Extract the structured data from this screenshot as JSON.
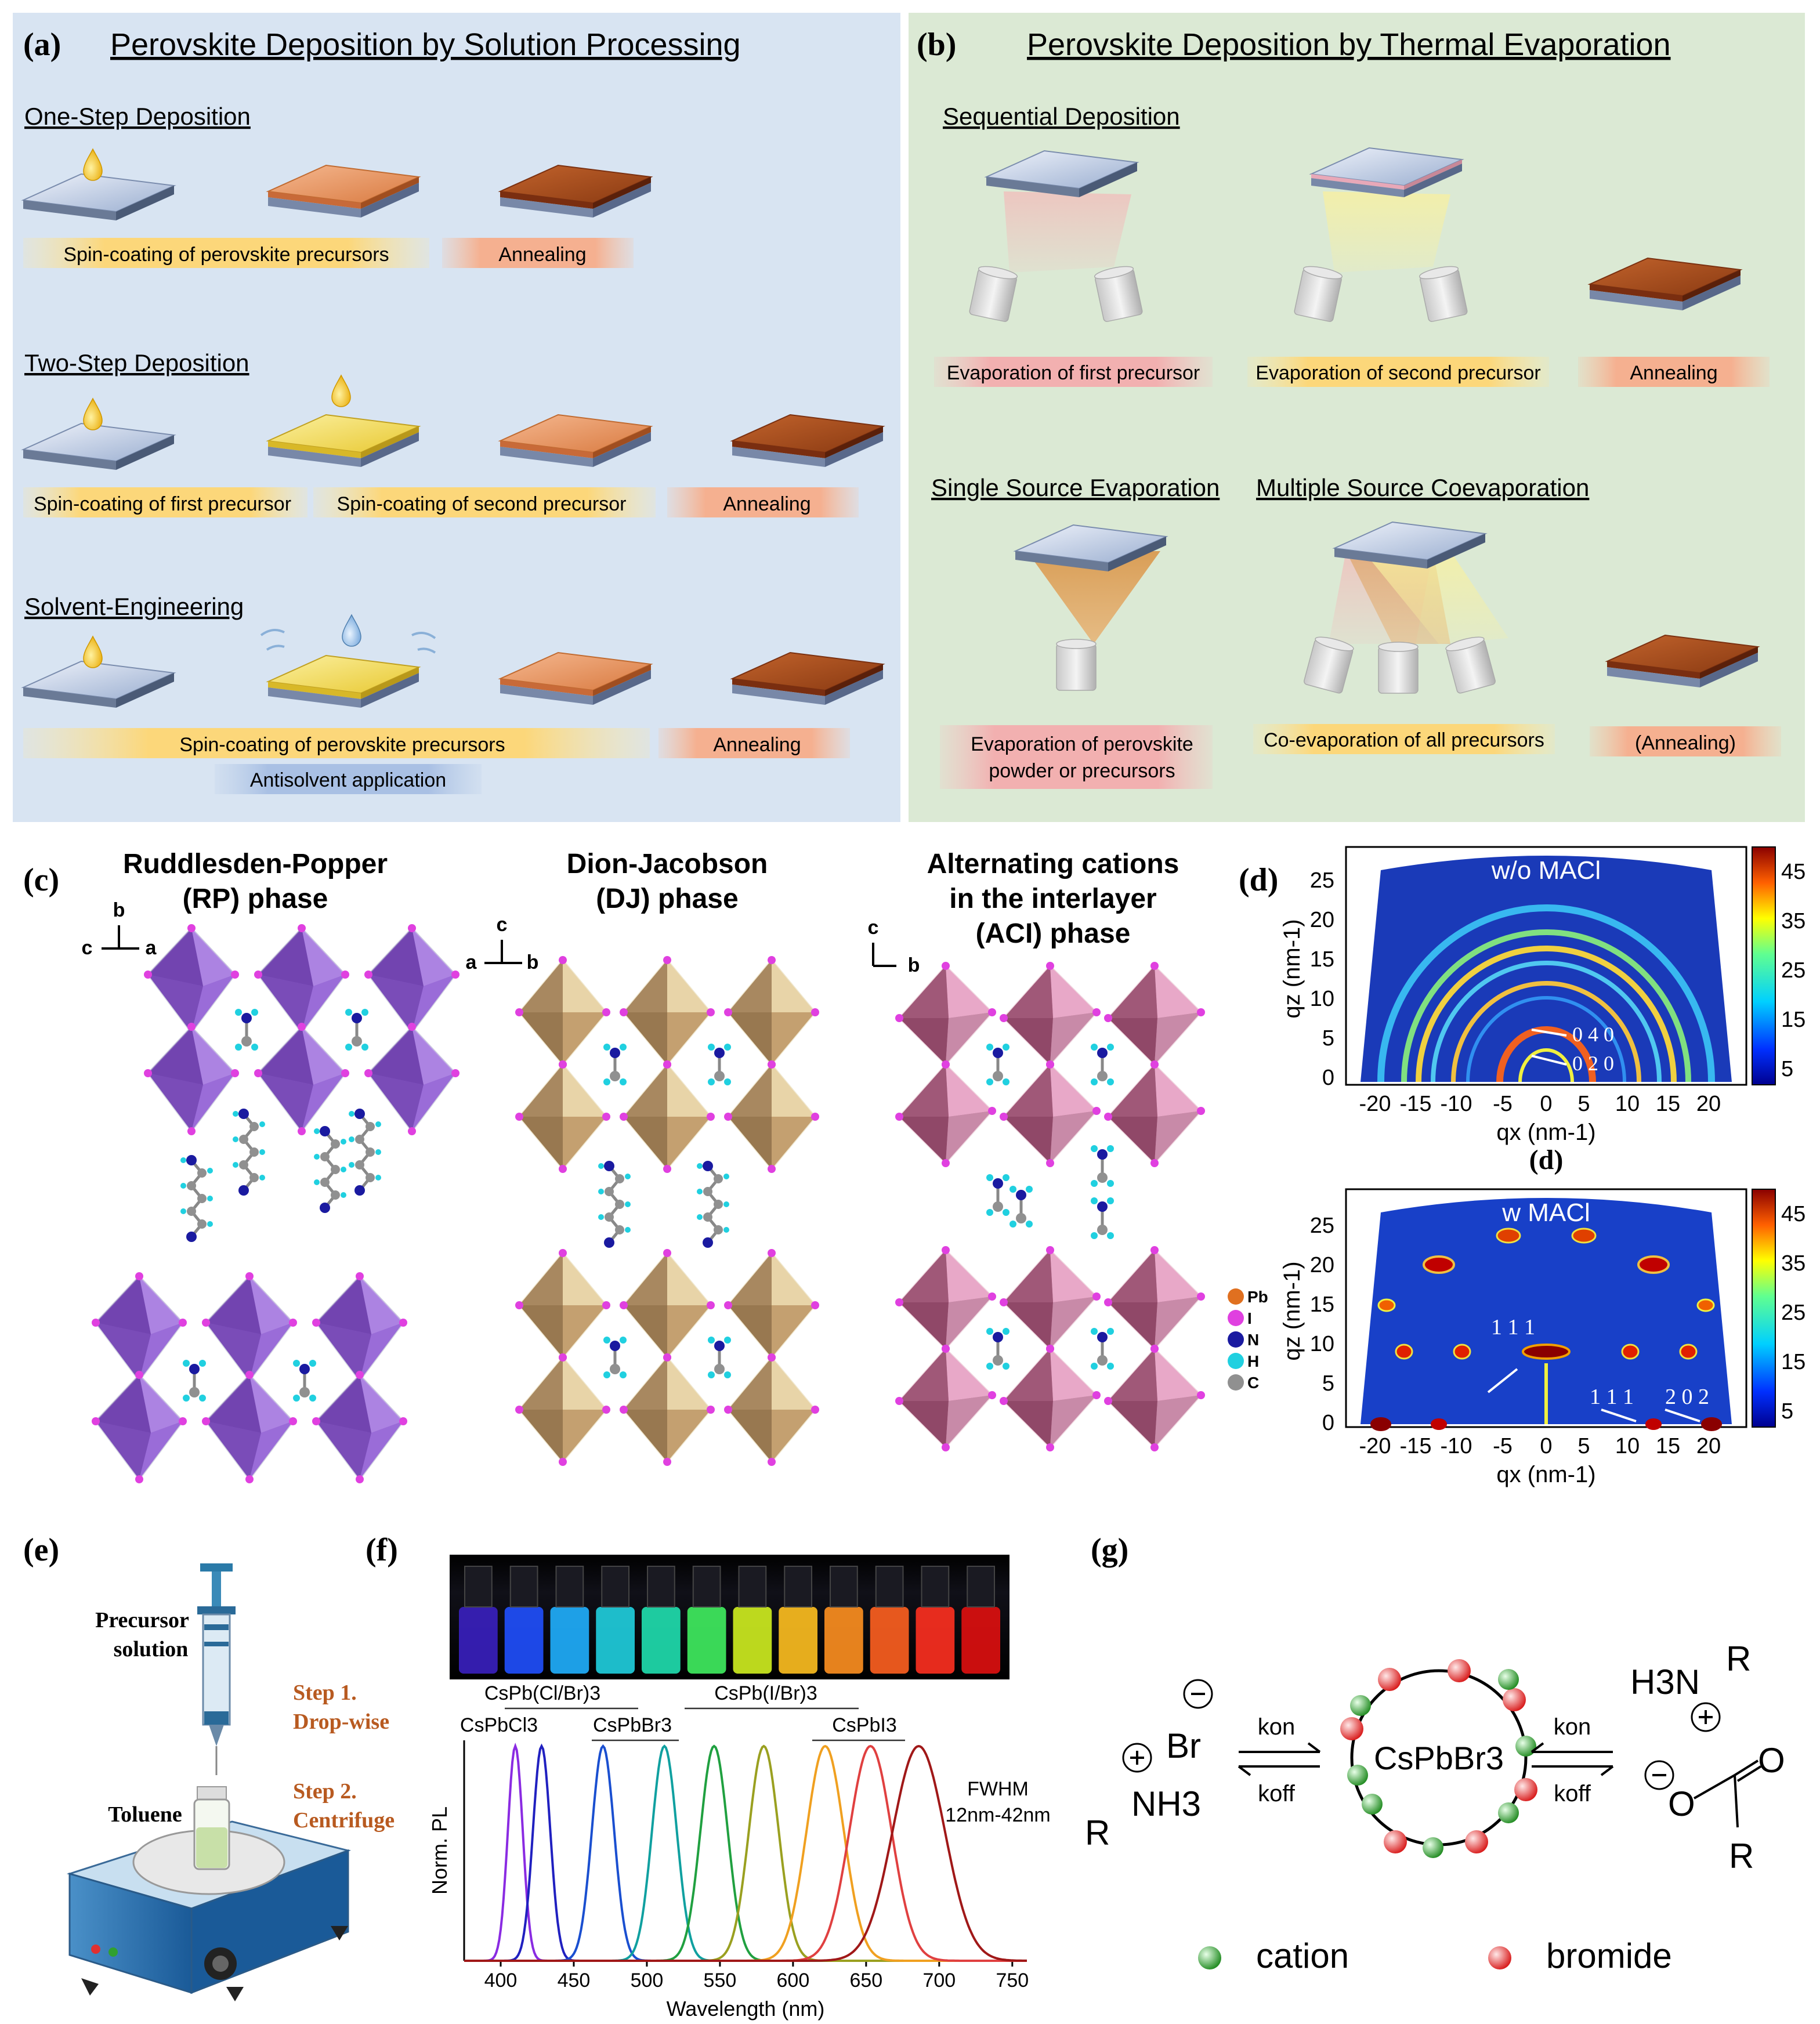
{
  "panel_a": {
    "letter": "(a)",
    "title": "Perovskite Deposition by Solution Processing",
    "one_step": {
      "heading": "One-Step Deposition",
      "label_spin": "Spin-coating of perovskite precursors",
      "label_anneal": "Annealing"
    },
    "two_step": {
      "heading": "Two-Step Deposition",
      "label_first": "Spin-coating of first precursor",
      "label_second": "Spin-coating of second precursor",
      "label_anneal": "Annealing"
    },
    "solvent": {
      "heading": "Solvent-Engineering",
      "label_spin": "Spin-coating of perovskite precursors",
      "label_anneal": "Annealing",
      "label_anti": "Antisolvent application"
    }
  },
  "panel_b": {
    "letter": "(b)",
    "title": "Perovskite Deposition by Thermal Evaporation",
    "sequential": {
      "heading": "Sequential Deposition",
      "label_first": "Evaporation of first precursor",
      "label_second": "Evaporation of second precursor",
      "label_anneal": "Annealing"
    },
    "single": {
      "heading": "Single Source Evaporation",
      "label_line1": "Evaporation of perovskite",
      "label_line2": "powder or precursors"
    },
    "multiple": {
      "heading": "Multiple Source Coevaporation",
      "label_coevap": "Co-evaporation of all precursors",
      "label_anneal": "(Annealing)"
    }
  },
  "panel_c": {
    "letter": "(c)",
    "rp": {
      "line1": "Ruddlesden-Popper",
      "line2": "(RP) phase",
      "axis_up": "b",
      "axis_left": "c",
      "axis_right": "a"
    },
    "dj": {
      "line1": "Dion-Jacobson",
      "line2": "(DJ) phase",
      "axis_up": "c",
      "axis_left": "a",
      "axis_right": "b"
    },
    "aci": {
      "line1": "Alternating cations",
      "line2": "in the interlayer",
      "line3": "(ACI) phase",
      "axis_up": "c",
      "axis_right": "b"
    },
    "legend": [
      {
        "label": "Pb",
        "color": "#e07020"
      },
      {
        "label": "I",
        "color": "#e040e0"
      },
      {
        "label": "N",
        "color": "#1a1aa0"
      },
      {
        "label": "H",
        "color": "#20d0e0"
      },
      {
        "label": "C",
        "color": "#909090"
      }
    ]
  },
  "panel_d": {
    "letter": "(d)",
    "sub_label": "(d)",
    "top": {
      "title": "w/o MACl",
      "yticks": [
        "25",
        "20",
        "15",
        "10",
        "5",
        "0"
      ],
      "xticks": [
        "-20",
        "-15",
        "-10",
        "-5",
        "0",
        "5",
        "10",
        "15",
        "20"
      ],
      "ylabel": "qz (nm-1)",
      "xlabel": "qx (nm-1)",
      "cbar_ticks": [
        "45",
        "35",
        "25",
        "15",
        "5"
      ],
      "ann_040": "0 4 0",
      "ann_020": "0 2 0"
    },
    "bottom": {
      "title": "w MACl",
      "yticks": [
        "25",
        "20",
        "15",
        "10",
        "5",
        "0"
      ],
      "xticks": [
        "-20",
        "-15",
        "-10",
        "-5",
        "0",
        "5",
        "10",
        "15",
        "20"
      ],
      "ylabel": "qz (nm-1)",
      "xlabel": "qx (nm-1)",
      "cbar_ticks": [
        "45",
        "35",
        "25",
        "15",
        "5"
      ],
      "ann_111a": "1 1 1",
      "ann_111b": "1 1 1",
      "ann_202": "2 0 2"
    }
  },
  "panel_e": {
    "letter": "(e)",
    "precursor1": "Precursor",
    "precursor2": "solution",
    "step1a": "Step 1.",
    "step1b": "Drop-wise",
    "step2a": "Step 2.",
    "step2b": "Centrifuge",
    "toluene": "Toluene"
  },
  "panel_f": {
    "letter": "(f)",
    "labels": {
      "cspbcl": "CsPb(Cl/Br)3",
      "cspbi_mix": "CsPb(I/Br)3",
      "cspbcl3": "CsPbCl3",
      "cspbbr3": "CsPbBr3",
      "cspbi3": "CsPbI3",
      "fwhm1": "FWHM",
      "fwhm2": "12nm-42nm"
    },
    "chart_data": {
      "type": "line",
      "xlabel": "Wavelength (nm)",
      "ylabel": "Norm. PL",
      "xlim": [
        375,
        760
      ],
      "xticks": [
        400,
        450,
        500,
        550,
        600,
        650,
        700,
        750
      ],
      "series": [
        {
          "peak": 410,
          "fwhm": 12,
          "color": "#8a2be2"
        },
        {
          "peak": 428,
          "fwhm": 14,
          "color": "#2020c0"
        },
        {
          "peak": 470,
          "fwhm": 18,
          "color": "#1a4fd0"
        },
        {
          "peak": 512,
          "fwhm": 20,
          "color": "#10a0a0"
        },
        {
          "peak": 546,
          "fwhm": 22,
          "color": "#20a040"
        },
        {
          "peak": 580,
          "fwhm": 24,
          "color": "#9aa020"
        },
        {
          "peak": 622,
          "fwhm": 30,
          "color": "#f0a020"
        },
        {
          "peak": 653,
          "fwhm": 34,
          "color": "#e04040"
        },
        {
          "peak": 686,
          "fwhm": 42,
          "color": "#a01818"
        }
      ],
      "vial_colors": [
        "#3a20c0",
        "#2050ff",
        "#20b0ff",
        "#20d0e0",
        "#20e0b0",
        "#40f060",
        "#d0f020",
        "#ffc020",
        "#ff9020",
        "#ff6020",
        "#ff3020",
        "#e01010"
      ]
    }
  },
  "panel_g": {
    "letter": "(g)",
    "center": "CsPbBr3",
    "br": "Br",
    "nh3": "NH3",
    "r": "R",
    "kon": "kon",
    "koff": "koff",
    "h3n": "H3N",
    "o_minus": "O",
    "o_dbl": "O",
    "legend_cation": "cation",
    "legend_bromide": "bromide",
    "cation_color": "#2a9a2a",
    "bromide_color": "#e03030"
  }
}
